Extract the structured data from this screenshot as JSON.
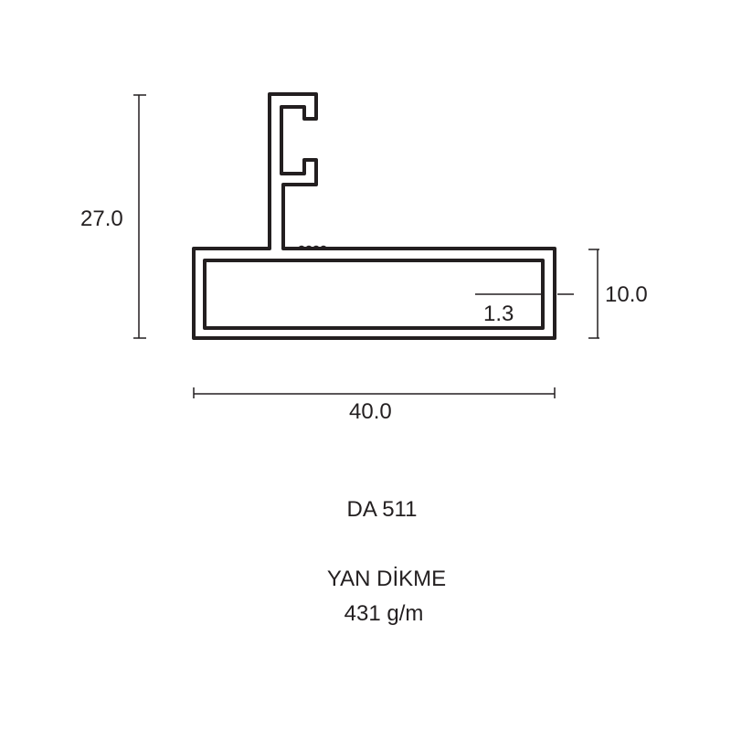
{
  "dimensions": {
    "height_total": "27.0",
    "height_box": "10.0",
    "width": "40.0",
    "wall_thickness": "1.3"
  },
  "profile": {
    "code": "DA 511",
    "name": "YAN DİKME",
    "weight": "431 g/m"
  },
  "colors": {
    "line": "#231f20",
    "background": "#ffffff"
  }
}
